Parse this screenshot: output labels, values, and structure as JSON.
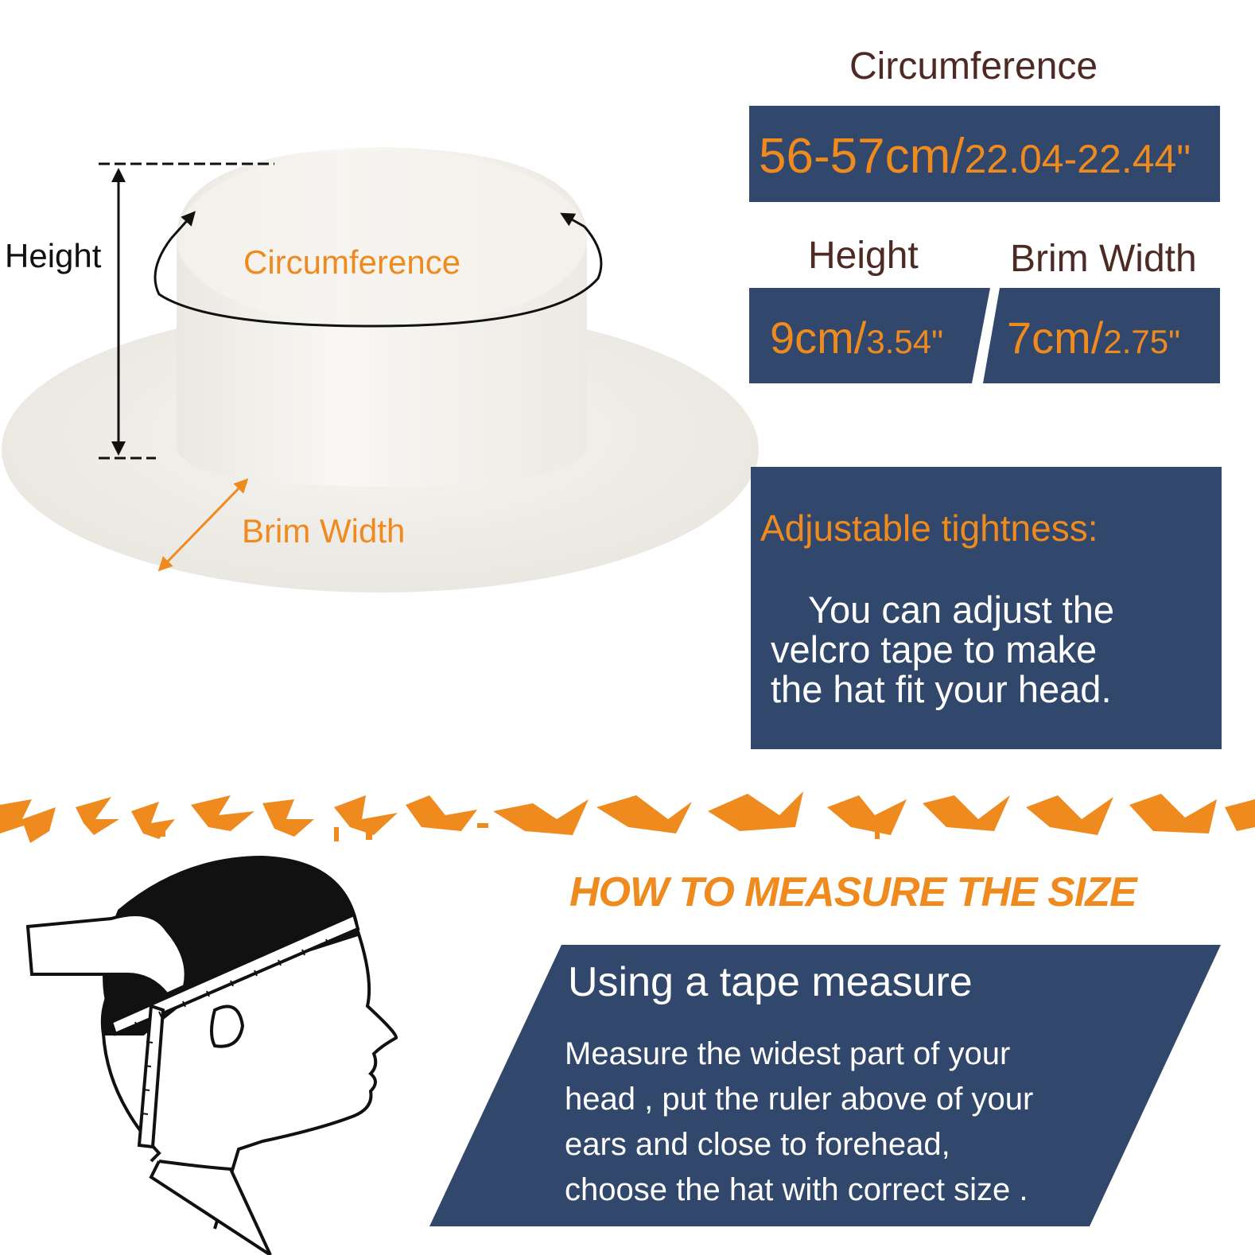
{
  "hat": {
    "height_label": "Height",
    "circumference_label": "Circumference",
    "brim_label": "Brim Width"
  },
  "specs": {
    "circumference_title": "Circumference",
    "circumference_cm": "56-57cm/",
    "circumference_in": "22.04-22.44\"",
    "height_title": "Height",
    "height_cm": "9cm/",
    "height_in": "3.54\"",
    "brim_title": "Brim Width",
    "brim_cm": "7cm/",
    "brim_in": "2.75\""
  },
  "adjust": {
    "title": "Adjustable tightness:",
    "line1": "You can adjust the",
    "line2": "velcro tape to make",
    "line3": "the hat fit your head."
  },
  "measure": {
    "heading": "HOW TO MEASURE THE SIZE",
    "title": "Using a tape measure",
    "line1": "Measure the widest part of your",
    "line2": "head , put the ruler above of your",
    "line3": "ears and close to forehead,",
    "line4": "choose the hat with correct size ."
  },
  "colors": {
    "navy": "#31476b",
    "orange": "#ee8a1e",
    "brown": "#4e2a24"
  }
}
